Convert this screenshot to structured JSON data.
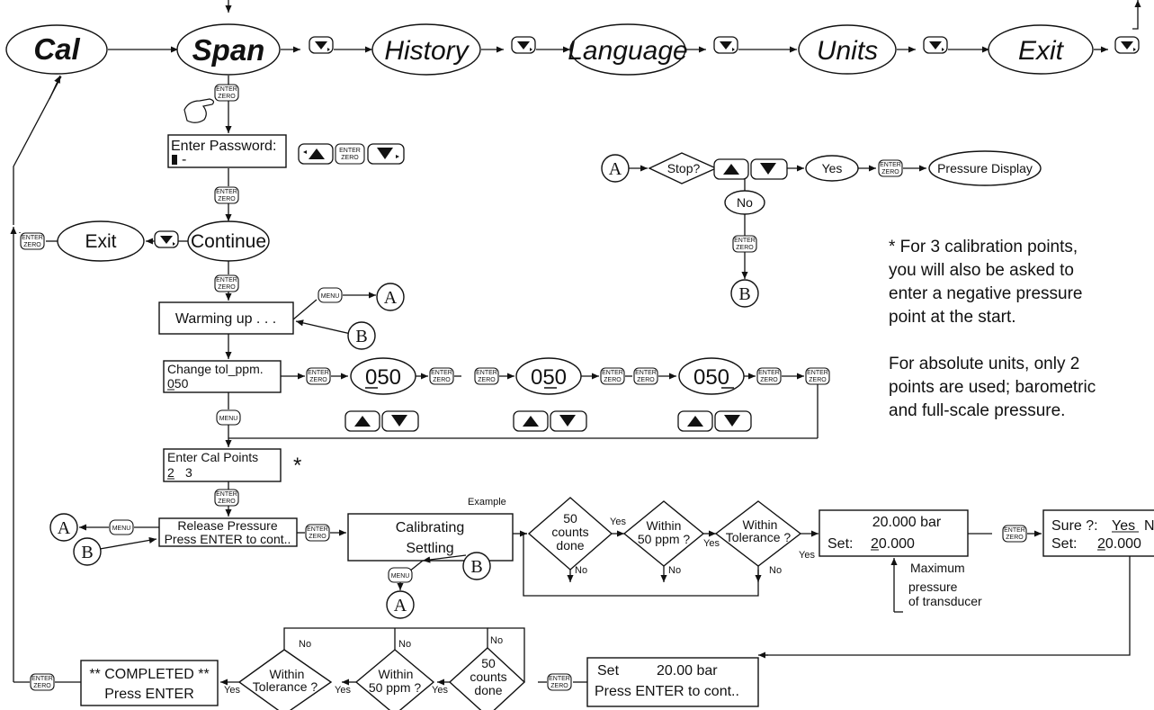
{
  "top_menu": [
    "Cal",
    "Span",
    "History",
    "Language",
    "Units",
    "Exit"
  ],
  "password_box": {
    "line1": "Enter Password:",
    "line2": "-"
  },
  "exit_label": "Exit",
  "continue_label": "Continue",
  "warming_label": "Warming up . . .",
  "tol_box": {
    "line1": "Change tol_ppm.",
    "line2": "050"
  },
  "tol_digits": [
    "050",
    "050",
    "050"
  ],
  "cal_points_box": {
    "line1": "Enter Cal Points",
    "line2_a": "2",
    "line2_b": "3"
  },
  "asterisk": "*",
  "release_box": {
    "line1": "Release Pressure",
    "line2": "Press ENTER to cont.."
  },
  "example_label": "Example",
  "calib_box": {
    "line1": "Calibrating",
    "line2": "Settling"
  },
  "decisions_upper": [
    {
      "l1": "50",
      "l2": "counts",
      "l3": "done"
    },
    {
      "l1": "Within",
      "l2": "50 ppm ?"
    },
    {
      "l1": "Within",
      "l2": "Tolerance ?"
    }
  ],
  "decisions_lower": [
    {
      "l1": "Within",
      "l2": "Tolerance ?"
    },
    {
      "l1": "Within",
      "l2": "50 ppm ?"
    },
    {
      "l1": "50",
      "l2": "counts",
      "l3": "done"
    }
  ],
  "yes_label": "Yes",
  "no_label": "No",
  "bar_box": {
    "line1": "20.000 bar",
    "set_label": "Set:",
    "set_value": "20.000"
  },
  "sure_box": {
    "line1_a": "Sure ?:",
    "line1_b": "Yes",
    "line1_c": "N",
    "set_label": "Set:",
    "set_value": "20.000"
  },
  "max_pressure_note": [
    "Maximum",
    "pressure",
    "of transducer"
  ],
  "set_bar_box": {
    "line1_a": "Set",
    "line1_b": "20.00 bar",
    "line2": "Press ENTER to cont.."
  },
  "completed_box": {
    "line1": "** COMPLETED **",
    "line2": "Press ENTER"
  },
  "stop_flow": {
    "a": "A",
    "stop": "Stop?",
    "yes": "Yes",
    "no": "No",
    "display": "Pressure Display",
    "b": "B"
  },
  "note_lines": [
    "* For 3 calibration points,",
    "you will also be asked to",
    "enter a negative pressure",
    "point at the start.",
    "",
    "For absolute units, only 2",
    "points are used; barometric",
    "and full-scale pressure."
  ],
  "keys": {
    "enter": "ENTER",
    "zero": "ZERO",
    "menu": "MENU"
  },
  "connectors": {
    "a": "A",
    "b": "B"
  }
}
